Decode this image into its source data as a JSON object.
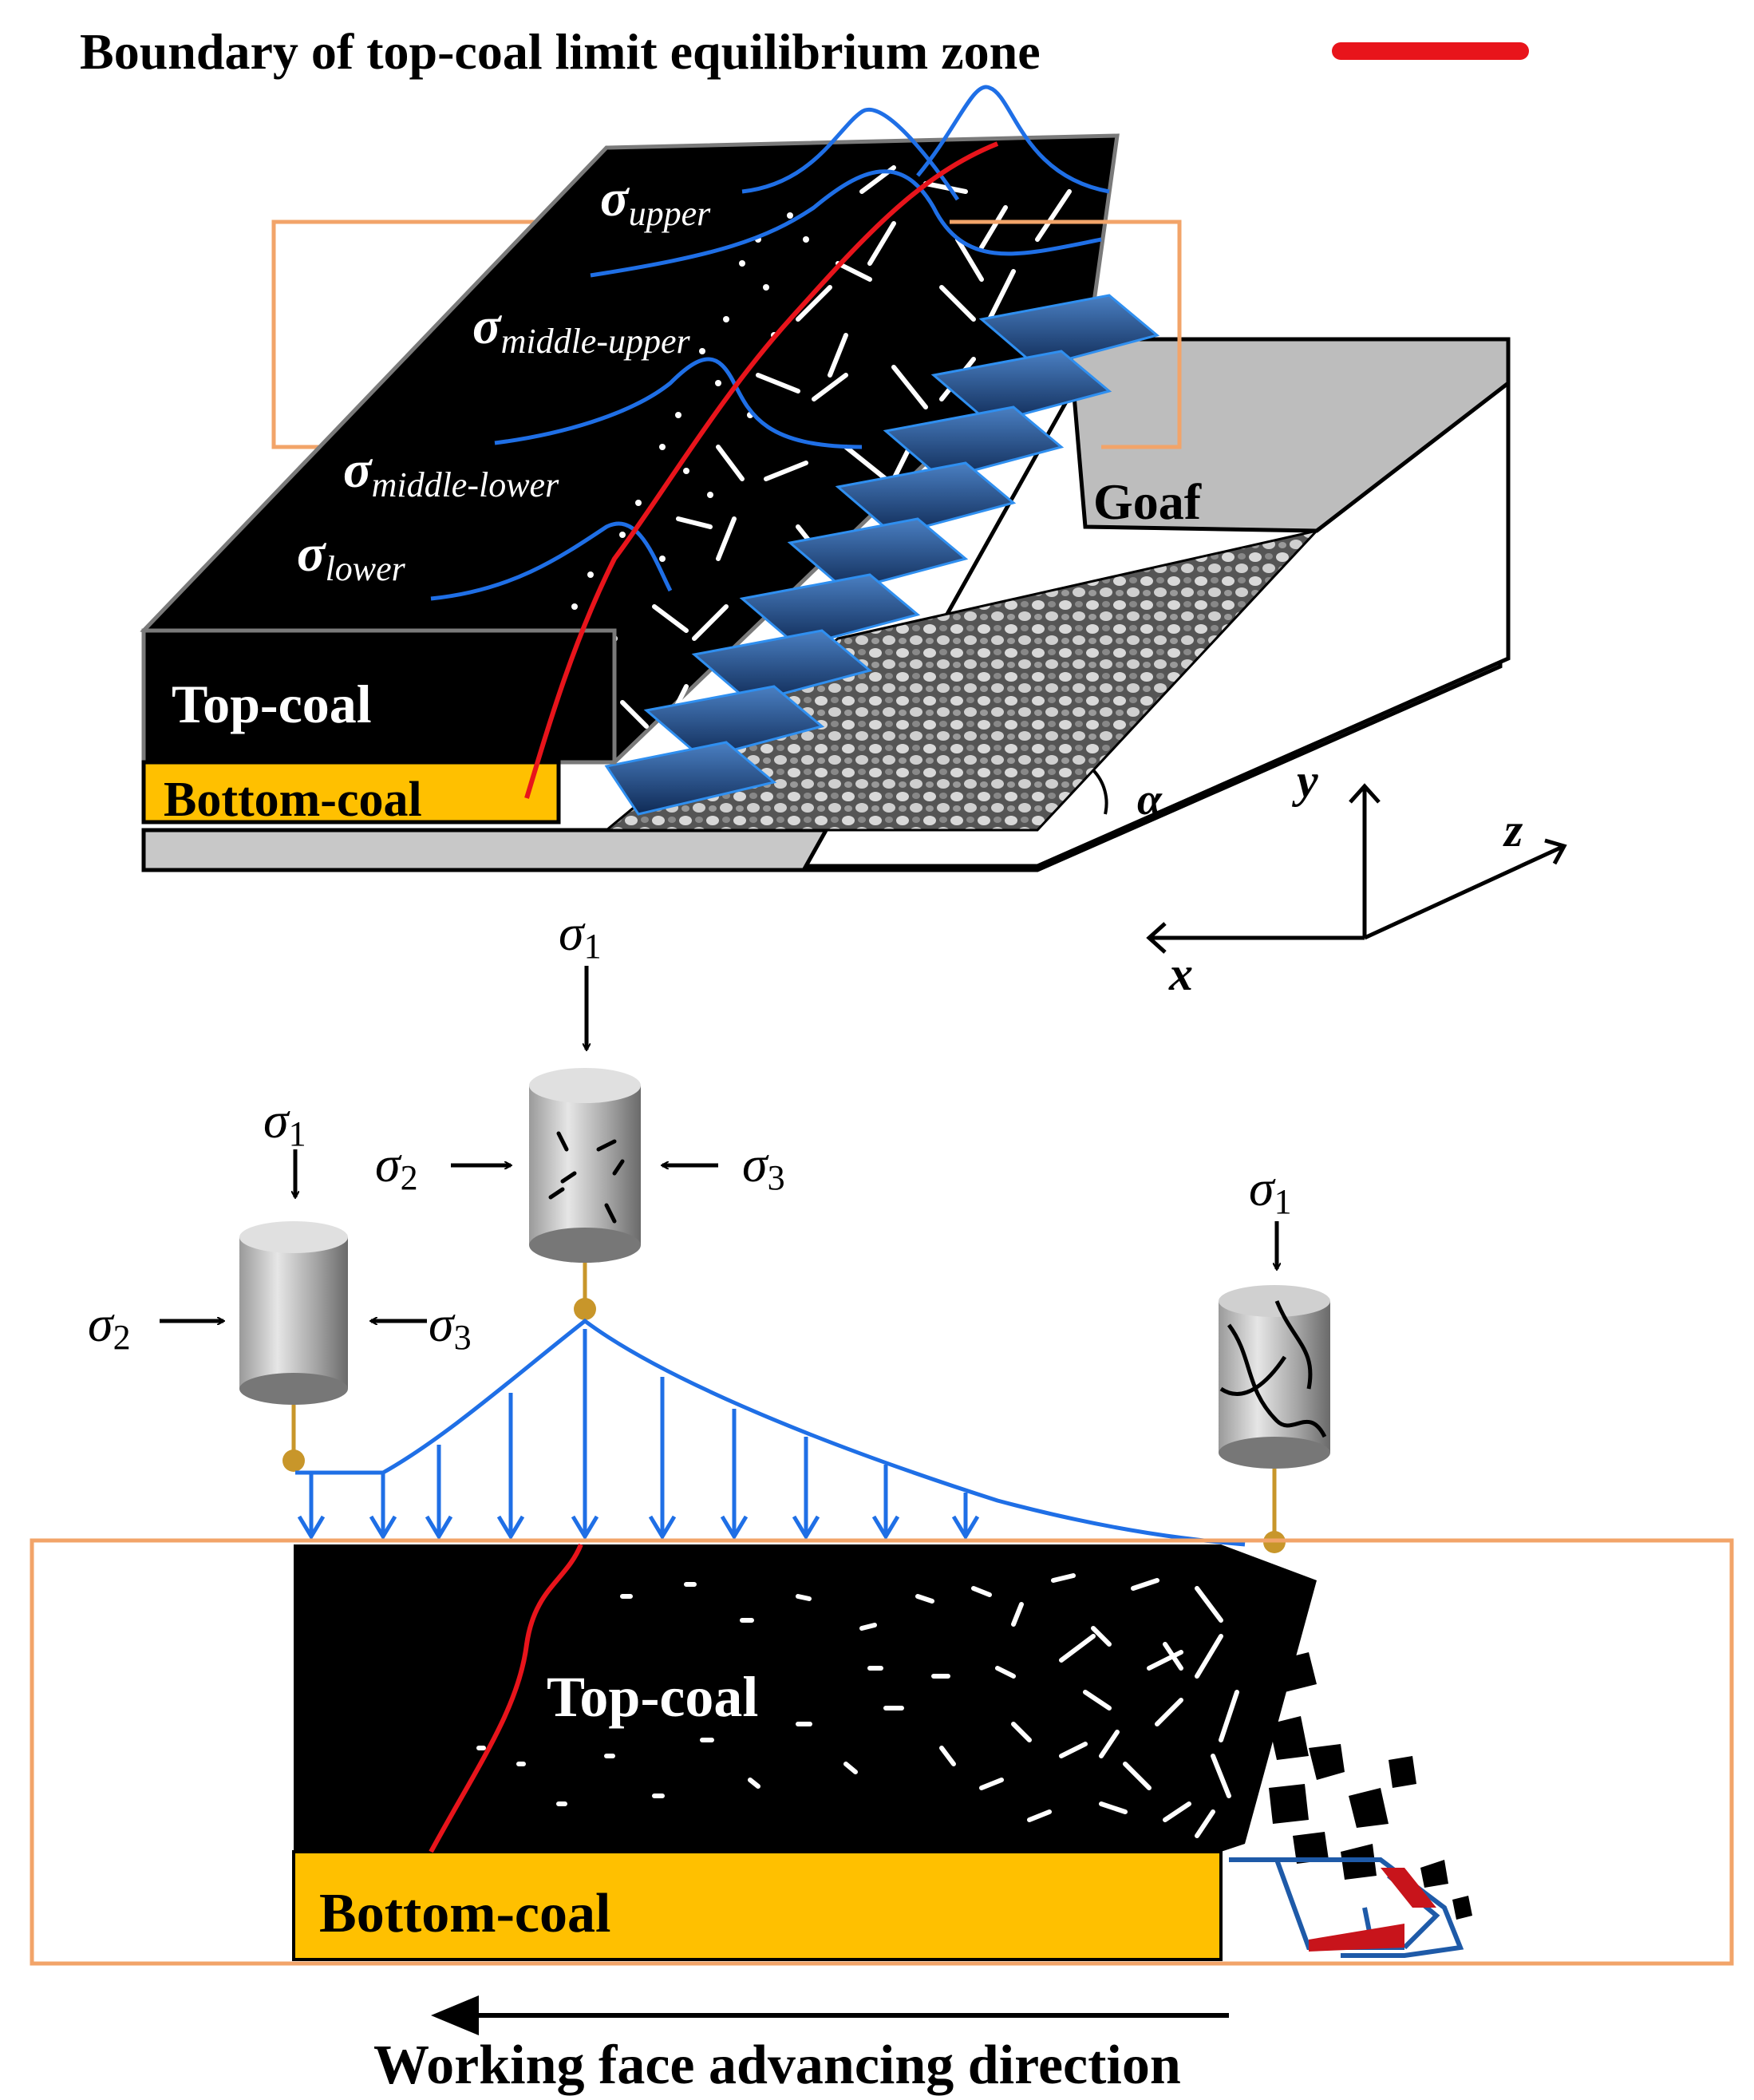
{
  "legend": {
    "label": "Boundary of top-coal limit equilibrium zone",
    "line_color": "#e8141b"
  },
  "top_view": {
    "stress_labels": [
      {
        "symbol": "σ",
        "subscript": "upper"
      },
      {
        "symbol": "σ",
        "subscript": "middle-upper"
      },
      {
        "symbol": "σ",
        "subscript": "middle-lower"
      },
      {
        "symbol": "σ",
        "subscript": "lower"
      }
    ],
    "topcoal_label": "Top-coal",
    "bottomcoal_label": "Bottom-coal",
    "goaf_label": "Goaf",
    "angle_label": "α",
    "axes": {
      "x": "x",
      "y": "y",
      "z": "z"
    }
  },
  "specimens": [
    {
      "name": "intact",
      "s1": "σ",
      "s1_sub": "1",
      "s2": "σ",
      "s2_sub": "2",
      "s3": "σ",
      "s3_sub": "3"
    },
    {
      "name": "cracked",
      "s1": "σ",
      "s1_sub": "1",
      "s2": "σ",
      "s2_sub": "2",
      "s3": "σ",
      "s3_sub": "3"
    },
    {
      "name": "broken",
      "s1": "σ",
      "s1_sub": "1"
    }
  ],
  "section": {
    "topcoal_label": "Top-coal",
    "bottomcoal_label": "Bottom-coal",
    "direction_label": "Working face advancing direction"
  },
  "colors": {
    "coal": "#000000",
    "bottom_coal": "#ffc000",
    "stress_curve": "#1f6fe6",
    "frame": "#f2a469",
    "floor": "#c8c8c8",
    "support": "#1e5aa8",
    "pin": "#c8962a"
  }
}
